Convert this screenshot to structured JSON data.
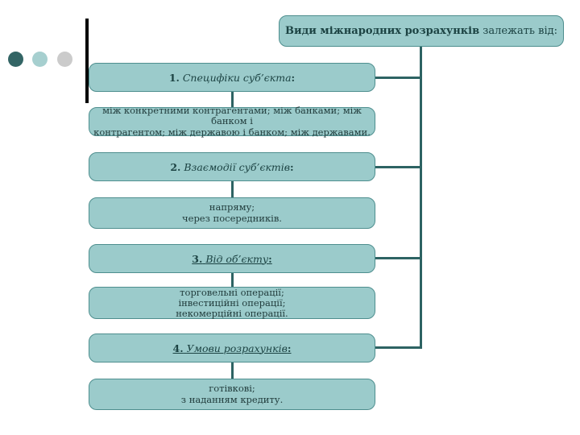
{
  "title": {
    "bold": "Види міжнародних розрахунків",
    "rest": " залежать від:"
  },
  "groups": [
    {
      "header": {
        "num": "1.",
        "label": "Специфіки суб’єкта",
        "colon": ":",
        "underlined": false
      },
      "detail": {
        "lines": [
          "між конкретними контрагентами; між банками; між банком і",
          "контрагентом; між державою і банком; між державами."
        ]
      }
    },
    {
      "header": {
        "num": "2.",
        "label": "Взаємодії суб’єктів",
        "colon": ":",
        "underlined": false
      },
      "detail": {
        "lines": [
          "напряму;",
          "через посередників."
        ]
      }
    },
    {
      "header": {
        "num": "3.",
        "label": "Від об’єкту",
        "colon": ":",
        "underlined": true
      },
      "detail": {
        "lines": [
          "торговельні операції;",
          "інвестиційні операції;",
          "некомерційні операції."
        ]
      }
    },
    {
      "header": {
        "num": "4.",
        "label": "Умови розрахунків",
        "colon": ":",
        "underlined": true
      },
      "detail": {
        "lines": [
          "готівкові;",
          "з наданням кредиту."
        ]
      }
    }
  ],
  "decor": {
    "dots": [
      {
        "name": "dark-teal-dot",
        "color": "#336565"
      },
      {
        "name": "light-teal-dot",
        "color": "#a6cfcf"
      },
      {
        "name": "gray-dot",
        "color": "#cbcbcb"
      }
    ]
  },
  "colors": {
    "box_fill": "#9bcbcb",
    "box_border": "#4e8e8e",
    "connector": "#2d6363",
    "text_dark": "#1c4343",
    "text_body": "#223d3d"
  }
}
